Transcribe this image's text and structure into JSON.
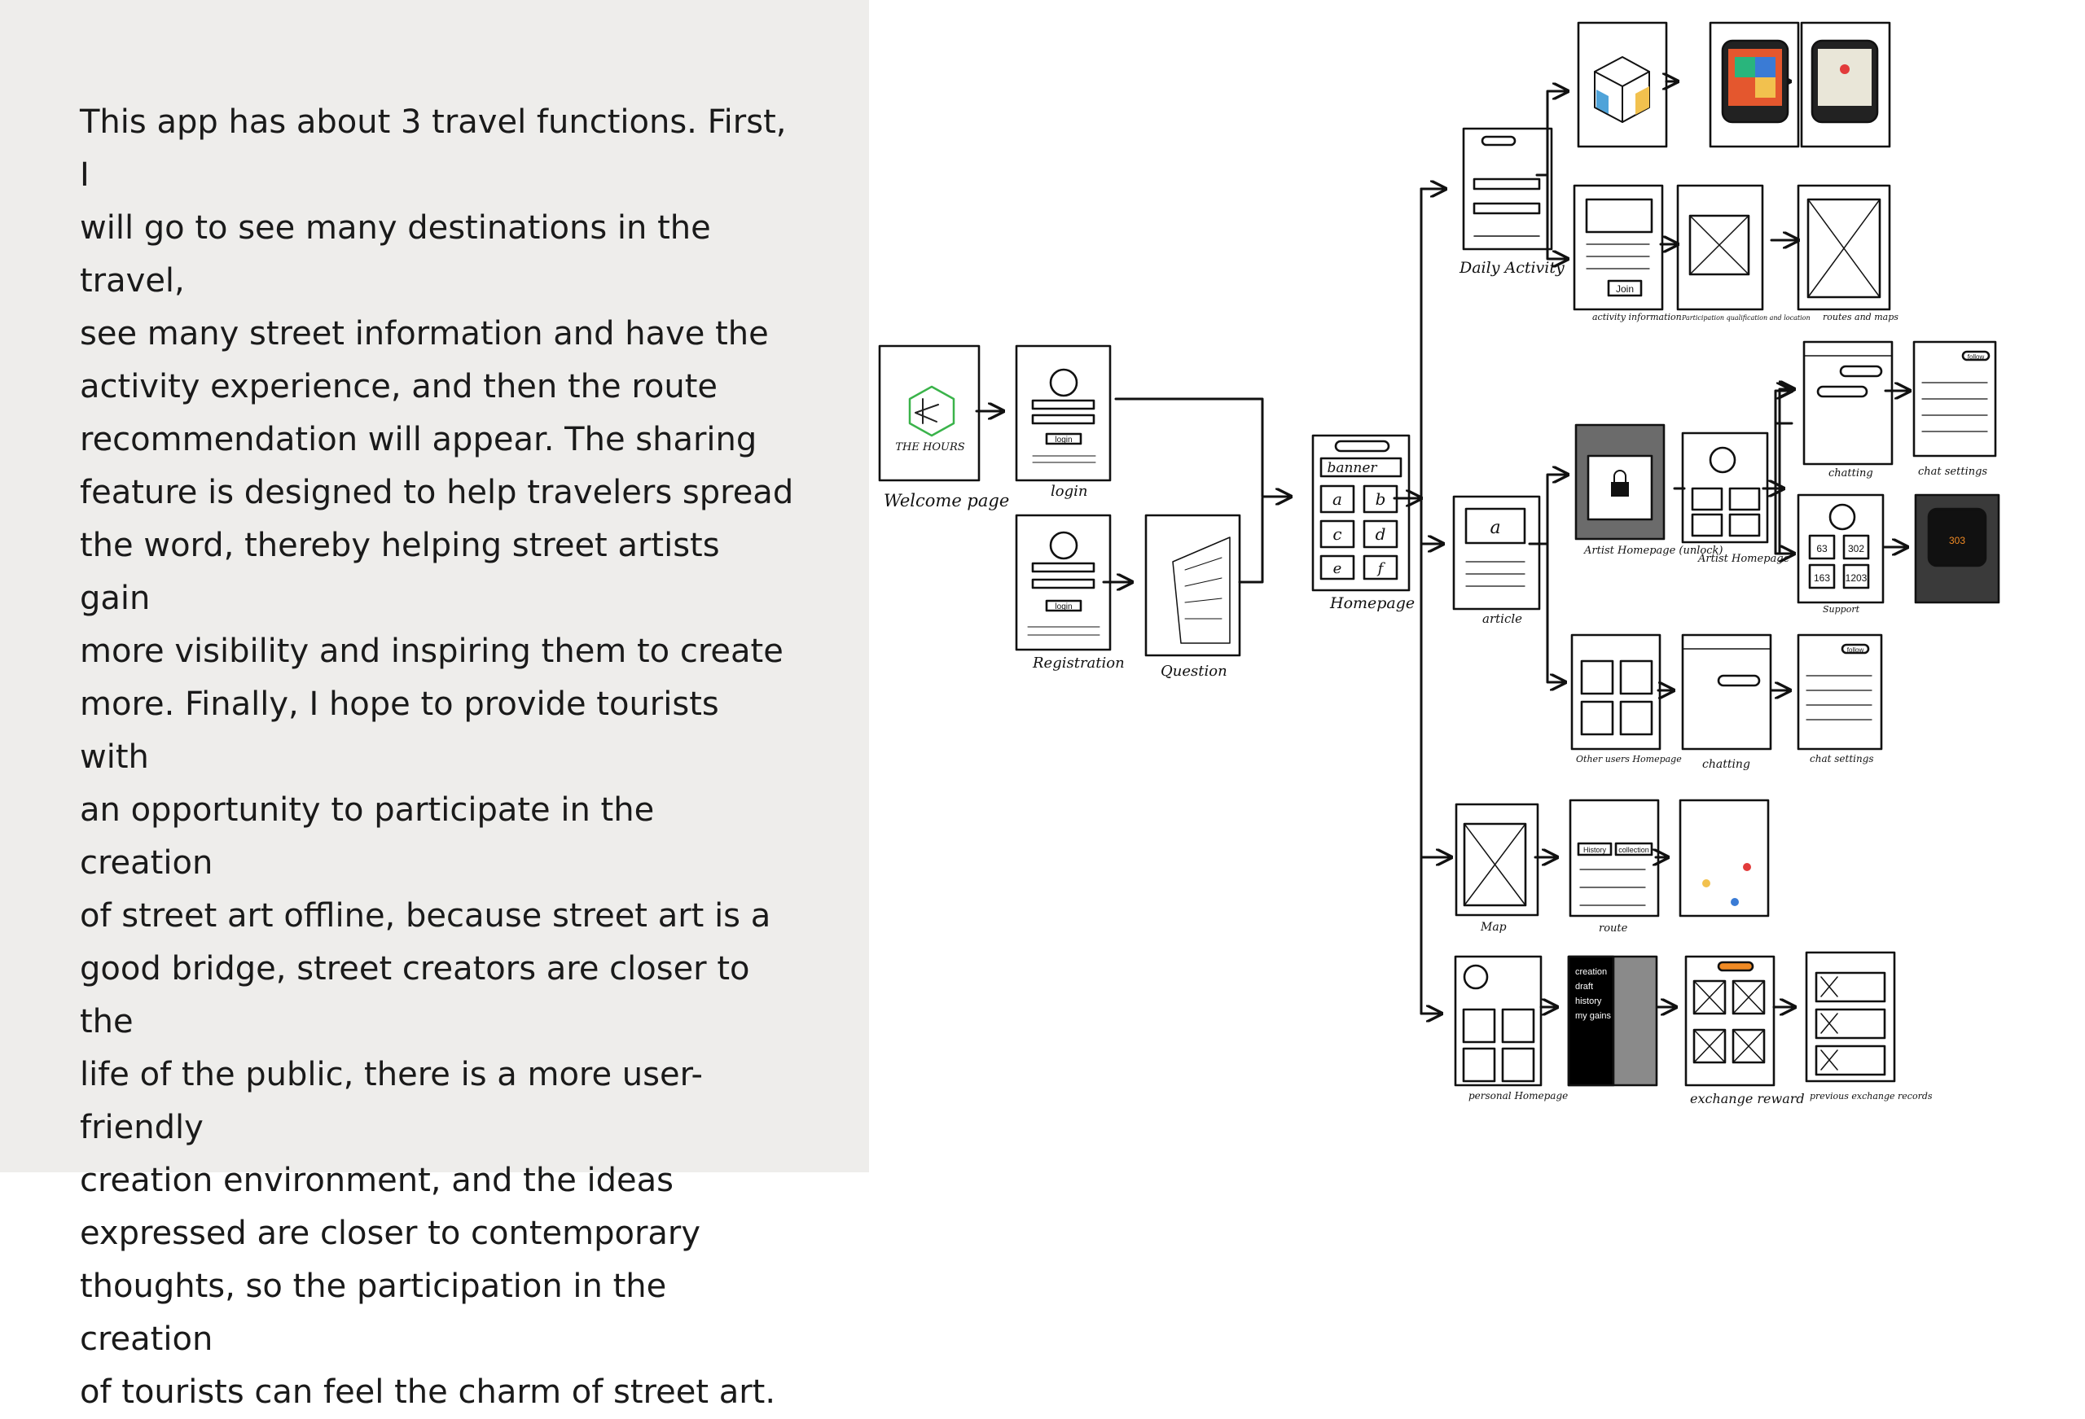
{
  "intro_text": "This app has about 3 travel functions. First, I\nwill go to see many destinations in the travel,\nsee many street information and have the\nactivity experience, and then the route\nrecommendation will appear. The sharing\nfeature is designed to help travelers spread\nthe word, thereby helping street artists gain\nmore visibility and inspiring them to create\nmore. Finally, I hope to provide tourists with\nan opportunity to participate in the creation\nof street art offline, because street art is a\ngood bridge, street creators are closer to the\nlife of the public, there is a more user-friendly\ncreation environment, and the ideas\n expressed are closer to contemporary\nthoughts, so the participation in the creation\nof tourists can feel the charm of street art.",
  "screens": {
    "welcome": {
      "label": "Welcome page",
      "brand": "THE HOURS"
    },
    "login": {
      "label": "login",
      "button": "login"
    },
    "registration": {
      "label": "Registration",
      "button": "login"
    },
    "question": {
      "label": "Question"
    },
    "homepage": {
      "label": "Homepage",
      "banner": "banner",
      "tiles": [
        "a",
        "b",
        "c",
        "d",
        "e",
        "f"
      ]
    },
    "daily_activity": {
      "label": "Daily Activity"
    },
    "activity_information": {
      "label": "activity information",
      "button": "Join"
    },
    "participation": {
      "label": "Participation qualification and location"
    },
    "routes_maps": {
      "label": "routes and maps"
    },
    "article": {
      "label": "article",
      "tile": "a"
    },
    "artist_homepage_unlock": {
      "label": "Artist Homepage (unlock)"
    },
    "artist_homepage": {
      "label": "Artist Homepage"
    },
    "chatting_1": {
      "label": "chatting"
    },
    "chat_settings_1": {
      "label": "chat settings",
      "follow": "follow"
    },
    "support": {
      "label": "Support",
      "values": [
        "63",
        "302",
        "163",
        "1203"
      ]
    },
    "other_users": {
      "label": "Other users Homepage"
    },
    "chatting_2": {
      "label": "chatting"
    },
    "chat_settings_2": {
      "label": "chat settings",
      "follow": "follow"
    },
    "map": {
      "label": "Map"
    },
    "route": {
      "label": "route",
      "tabs": [
        "History",
        "collection"
      ]
    },
    "personal_homepage": {
      "label": "personal Homepage"
    },
    "drawer": {
      "items": [
        "creation",
        "draft",
        "history",
        "my gains"
      ]
    },
    "exchange_reward": {
      "label": "exchange reward"
    },
    "previous_exchange": {
      "label": "previous exchange records"
    }
  }
}
